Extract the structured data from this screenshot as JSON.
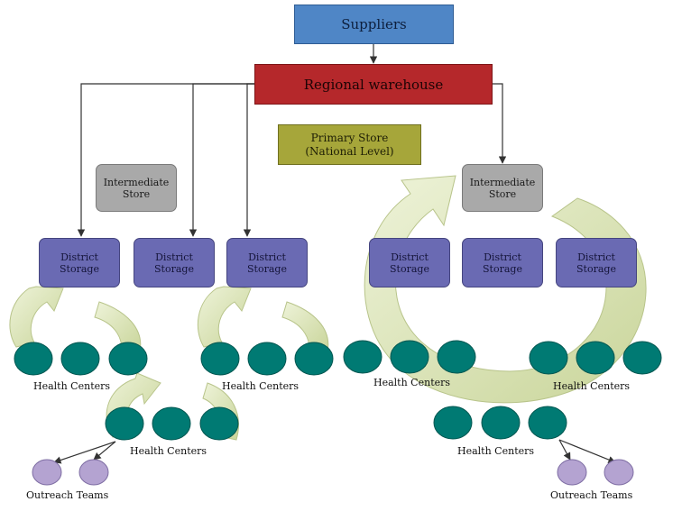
{
  "boxes": {
    "suppliers": "Suppliers",
    "regional_warehouse": "Regional warehouse",
    "primary_store_line1": "Primary Store",
    "primary_store_line2": "(National Level)",
    "intermediate_store_line1": "Intermediate",
    "intermediate_store_line2": "Store",
    "district_storage_line1": "District",
    "district_storage_line2": "Storage"
  },
  "labels": {
    "health_centers": "Health Centers",
    "outreach_teams": "Outreach Teams"
  },
  "colors": {
    "suppliers": "#4f86c6",
    "regional_warehouse": "#b5282b",
    "primary_store": "#a6a63a",
    "intermediate_store": "#a9a9a9",
    "district_storage": "#6a6ab3",
    "health_center": "#007a73",
    "outreach_team": "#b4a3d1",
    "cycle_arrow": "#d6dfb3"
  }
}
